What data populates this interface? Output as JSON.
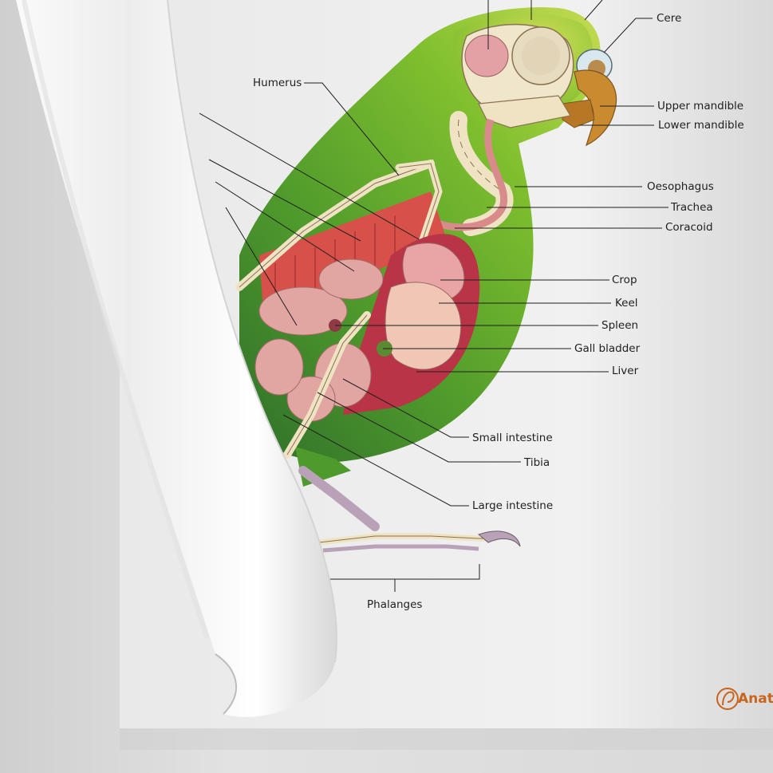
{
  "labels": {
    "cere": "Cere",
    "upper_mandible": "Upper mandible",
    "lower_mandible": "Lower mandible",
    "humerus": "Humerus",
    "oesophagus": "Oesophagus",
    "trachea": "Trachea",
    "coracoid": "Coracoid",
    "crop": "Crop",
    "keel": "Keel",
    "spleen": "Spleen",
    "gall_bladder": "Gall bladder",
    "liver": "Liver",
    "small_intestine": "Small intestine",
    "tibia": "Tibia",
    "large_intestine": "Large intestine",
    "phalanges": "Phalanges"
  },
  "brand": {
    "text": "Anat"
  },
  "colors": {
    "background": "#dcdcdc",
    "poster": "#efefef",
    "body_green": "#6cb52c",
    "body_green_light": "#b9d64a",
    "body_green_dark": "#2f6e2a",
    "bone": "#efe3c4",
    "bone_outline": "#8a7350",
    "muscle_red": "#d7504a",
    "organ_pink": "#e8aaa2",
    "liver": "#b83446",
    "beak": "#c9892e",
    "leg_purple": "#b9a2b8",
    "brand_orange": "#c8641c"
  }
}
